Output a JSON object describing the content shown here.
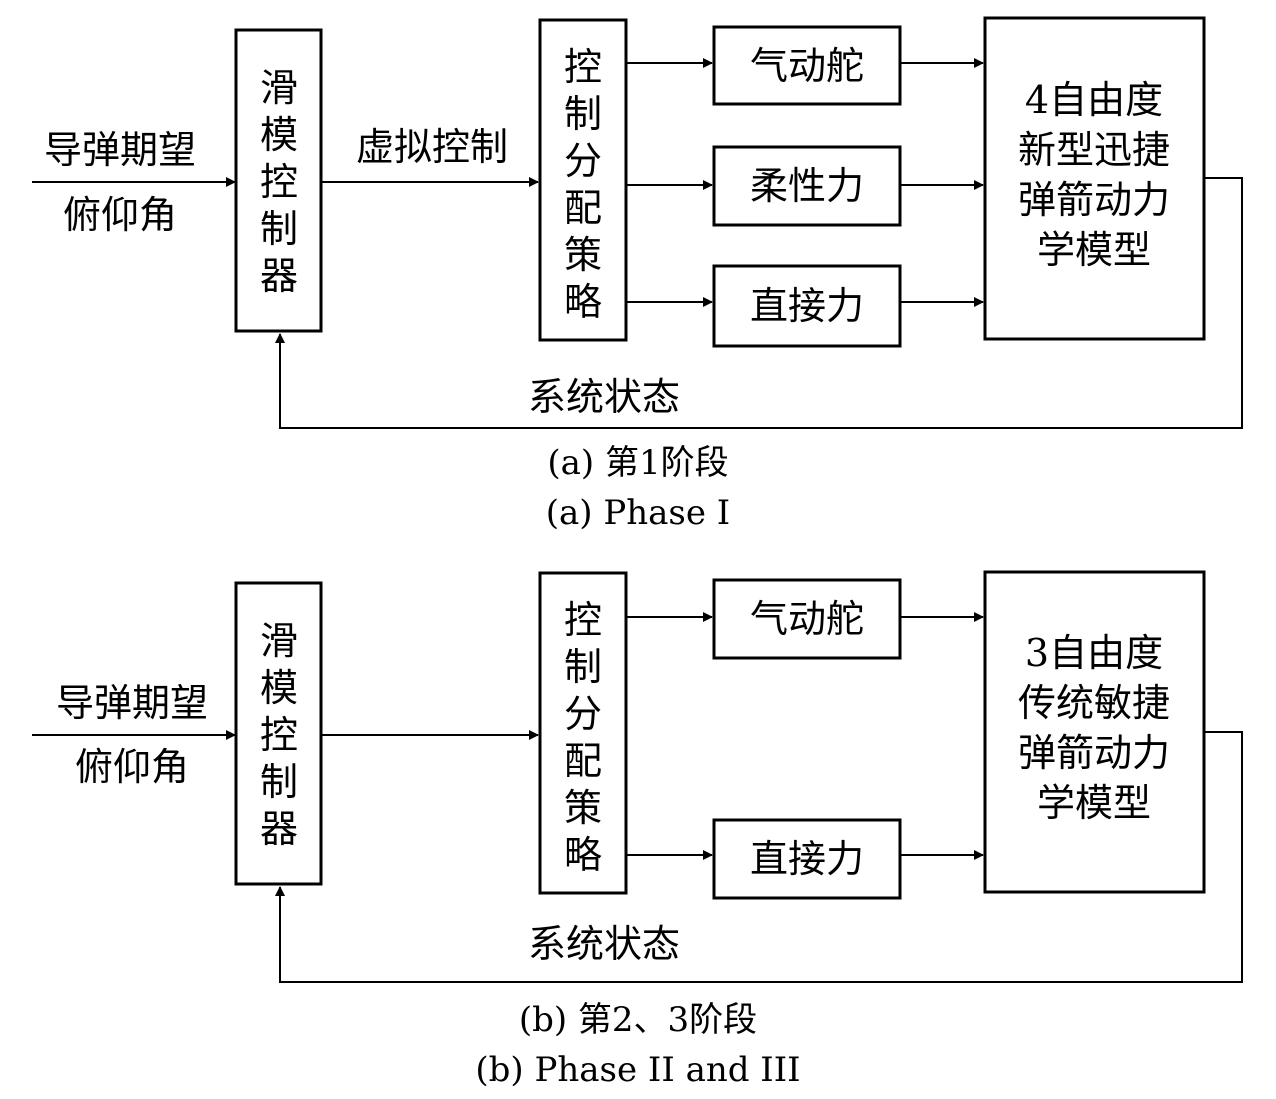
{
  "panel_a": {
    "input_label_1": "导弹期望",
    "input_label_2": "俯仰角",
    "controller": [
      "滑",
      "模",
      "控",
      "制",
      "器"
    ],
    "virtual_control": "虚拟控制",
    "allocation": [
      "控",
      "制",
      "分",
      "配",
      "策",
      "略"
    ],
    "actuators": [
      "气动舵",
      "柔性力",
      "直接力"
    ],
    "model": [
      "4自由度",
      "新型迅捷",
      "弹箭动力",
      "学模型"
    ],
    "feedback": "系统状态",
    "caption_cn": "(a) 第1阶段",
    "caption_en": "(a) Phase I"
  },
  "panel_b": {
    "input_label_1": "导弹期望",
    "input_label_2": "俯仰角",
    "controller": [
      "滑",
      "模",
      "控",
      "制",
      "器"
    ],
    "allocation": [
      "控",
      "制",
      "分",
      "配",
      "策",
      "略"
    ],
    "actuators": [
      "气动舵",
      "直接力"
    ],
    "model": [
      "3自由度",
      "传统敏捷",
      "弹箭动力",
      "学模型"
    ],
    "feedback": "系统状态",
    "caption_cn": "(b) 第2、3阶段",
    "caption_en": "(b) Phase II and III"
  }
}
